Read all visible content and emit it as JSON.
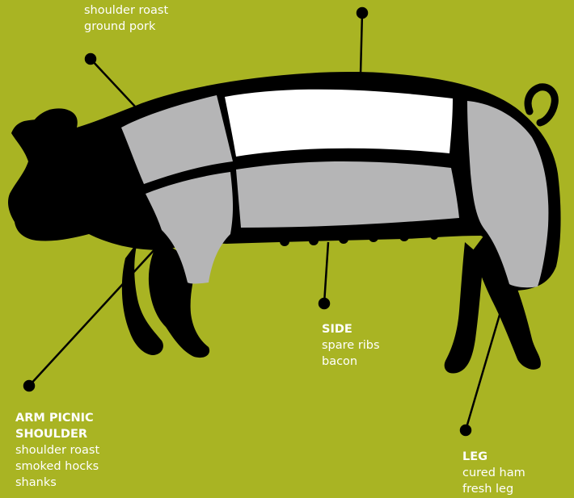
{
  "colors": {
    "background": "#a9b423",
    "pig_body": "#000000",
    "cut_gray": "#b5b5b6",
    "cut_white": "#ffffff",
    "label_text": "#ffffff"
  },
  "cuts": {
    "boston_butt": {
      "title": "",
      "items": [
        "shoulder roast",
        "ground pork"
      ]
    },
    "loin": {
      "title": "",
      "items": []
    },
    "side": {
      "title": "SIDE",
      "items": [
        "spare ribs",
        "bacon"
      ]
    },
    "arm_picnic_shoulder": {
      "title_line1": "ARM PICNIC",
      "title_line2": "SHOULDER",
      "items": [
        "shoulder roast",
        "smoked hocks",
        "shanks"
      ]
    },
    "leg": {
      "title": "LEG",
      "items": [
        "cured ham",
        "fresh leg"
      ]
    }
  }
}
